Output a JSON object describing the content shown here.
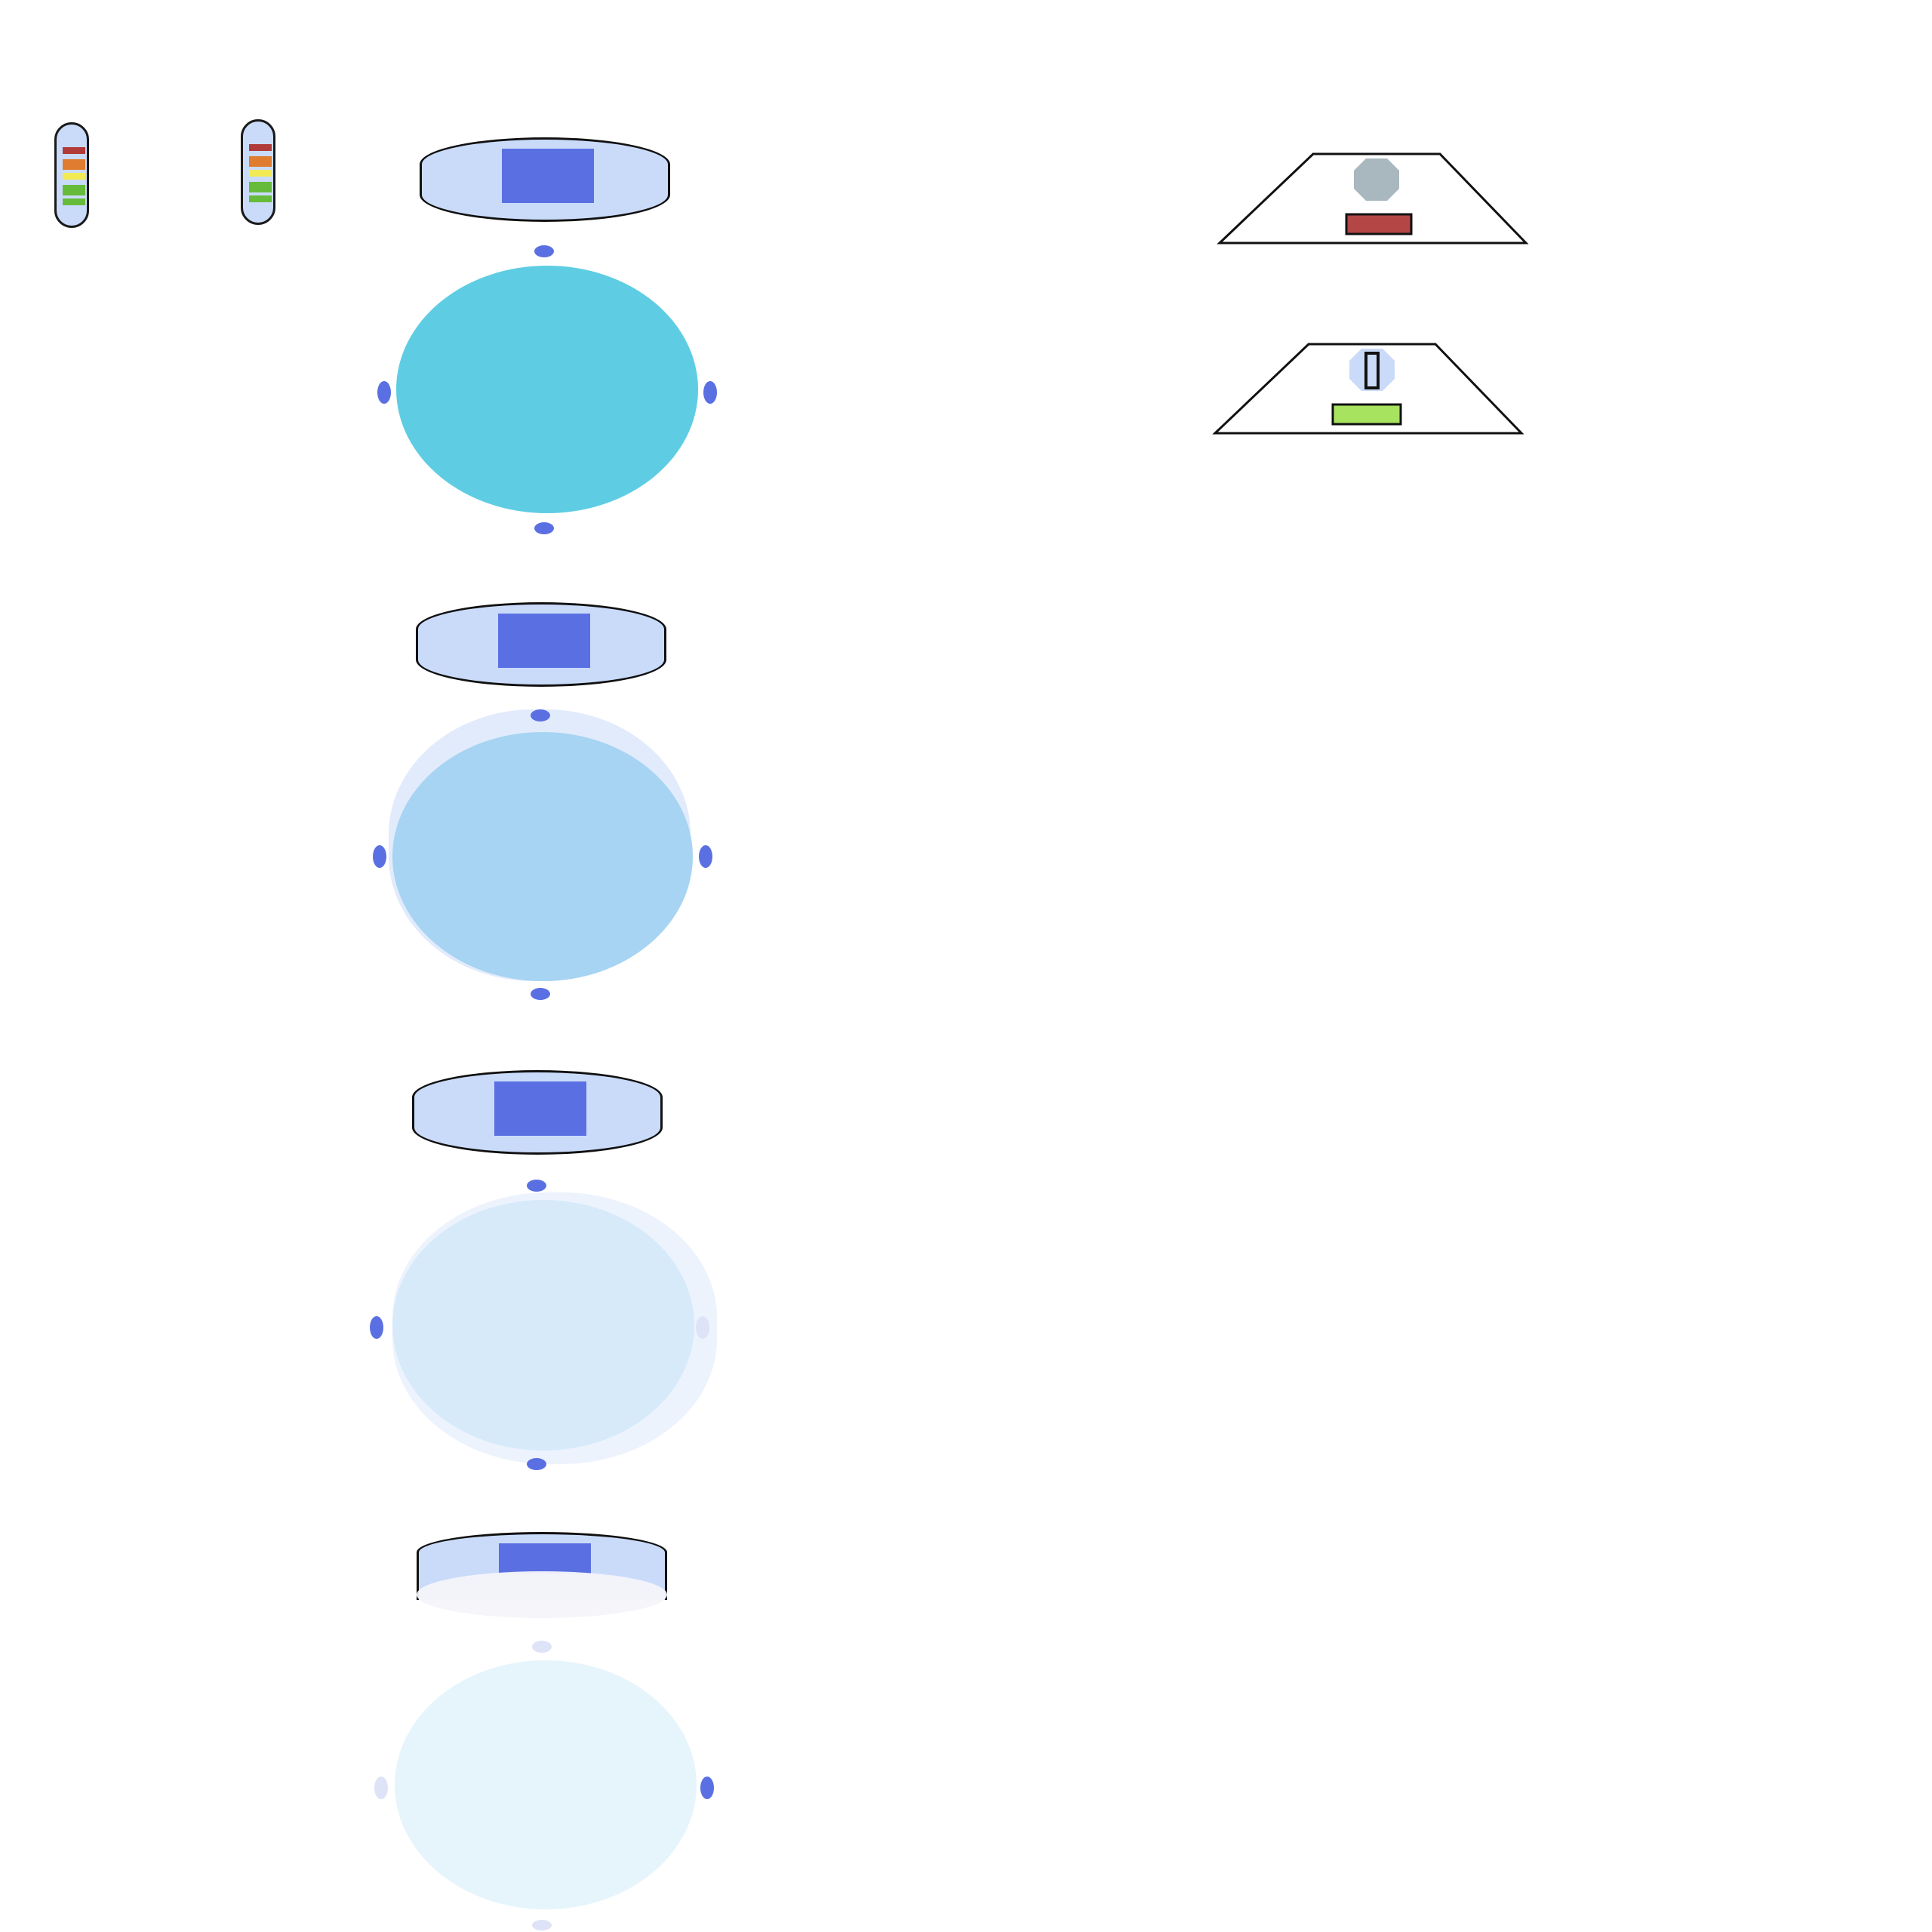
{
  "scene": {
    "background": "#ffffff",
    "colors": {
      "outline": "#111111",
      "pod_fill": "#cadbfa",
      "screen": "#5a70e2",
      "node": "#5a70e2",
      "disk_1": "#5ecde3",
      "disk_2": "#a6d4f2",
      "disk_3": "#d6eafa",
      "disk_4": "#e6f5fb"
    },
    "batteries": [
      {
        "name": "battery-left",
        "levels": [
          "#b13a3a",
          "#e07c30",
          "#f2ea55",
          "#66bb3a",
          "#66bb3a"
        ]
      },
      {
        "name": "battery-right",
        "levels": [
          "#b13a3a",
          "#e07c30",
          "#f2ea55",
          "#66bb3a",
          "#66bb3a"
        ]
      }
    ],
    "units": [
      {
        "name": "unit-1",
        "disk_opacity": 1.0
      },
      {
        "name": "unit-2",
        "disk_opacity": 0.8
      },
      {
        "name": "unit-3",
        "disk_opacity": 0.5
      },
      {
        "name": "unit-4",
        "disk_opacity": 0.3
      }
    ],
    "bases": [
      {
        "name": "base-stone",
        "icon": "gray-octagon-icon",
        "bar_color": "#b54646",
        "icon_color": "#a9b7bf"
      },
      {
        "name": "base-crystal",
        "icon": "slot-icon",
        "bar_color": "#a7e35e",
        "icon_color": "#cadbfa"
      }
    ]
  }
}
